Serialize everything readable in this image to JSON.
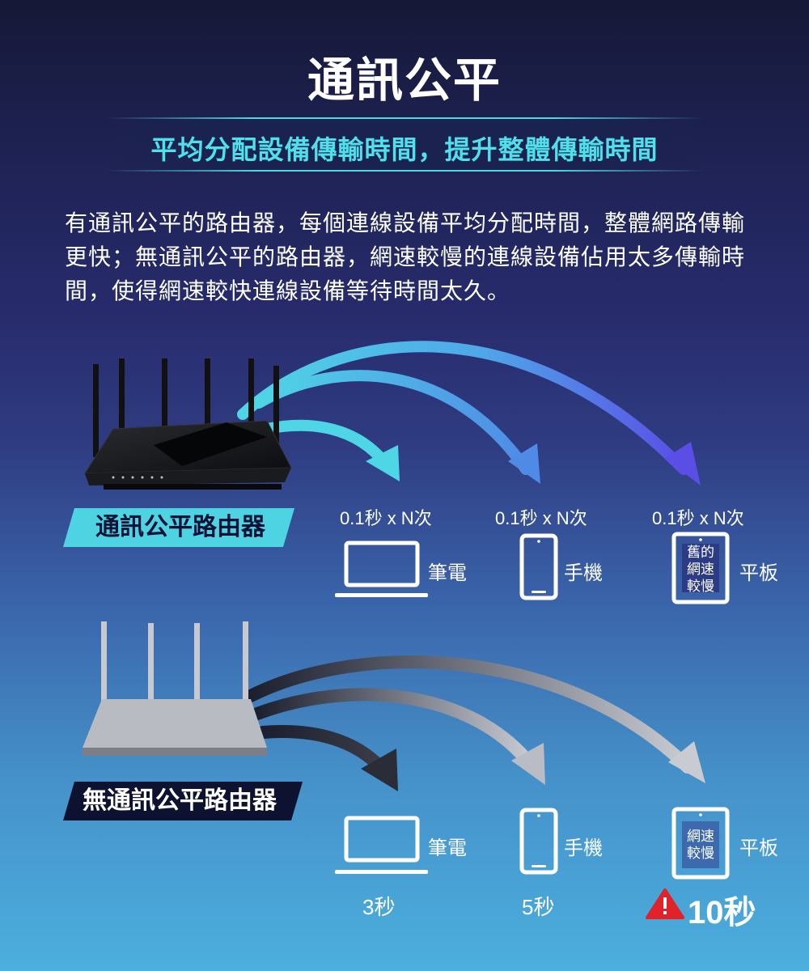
{
  "title": "通訊公平",
  "subtitle": "平均分配設備傳輸時間，提升整體傳輸時間",
  "description": "有通訊公平的路由器，每個連線設備平均分配時間，整體網路傳輸更快；無通訊公平的路由器，網速較慢的連線設備佔用太多傳輸時間，使得網速較快連線設備等待時間太久。",
  "fair": {
    "label": "通訊公平路由器",
    "timings": [
      "0.1秒 x N次",
      "0.1秒 x N次",
      "0.1秒 x N次"
    ],
    "devices": [
      "筆電",
      "手機",
      "平板"
    ],
    "tablet_screen": [
      "舊的",
      "網速",
      "較慢"
    ]
  },
  "unfair": {
    "label": "無通訊公平路由器",
    "devices": [
      "筆電",
      "手機",
      "平板"
    ],
    "tablet_screen": [
      "網速",
      "較慢"
    ],
    "times": [
      "3秒",
      "5秒",
      "10秒"
    ]
  },
  "icons": [
    "router-icon",
    "laptop-icon",
    "phone-icon",
    "tablet-icon",
    "warning-icon"
  ],
  "colors": {
    "accent_cyan": "#4ed3e3",
    "arrow_purple": "#5a4ee6",
    "warning_red": "#e0222b"
  }
}
